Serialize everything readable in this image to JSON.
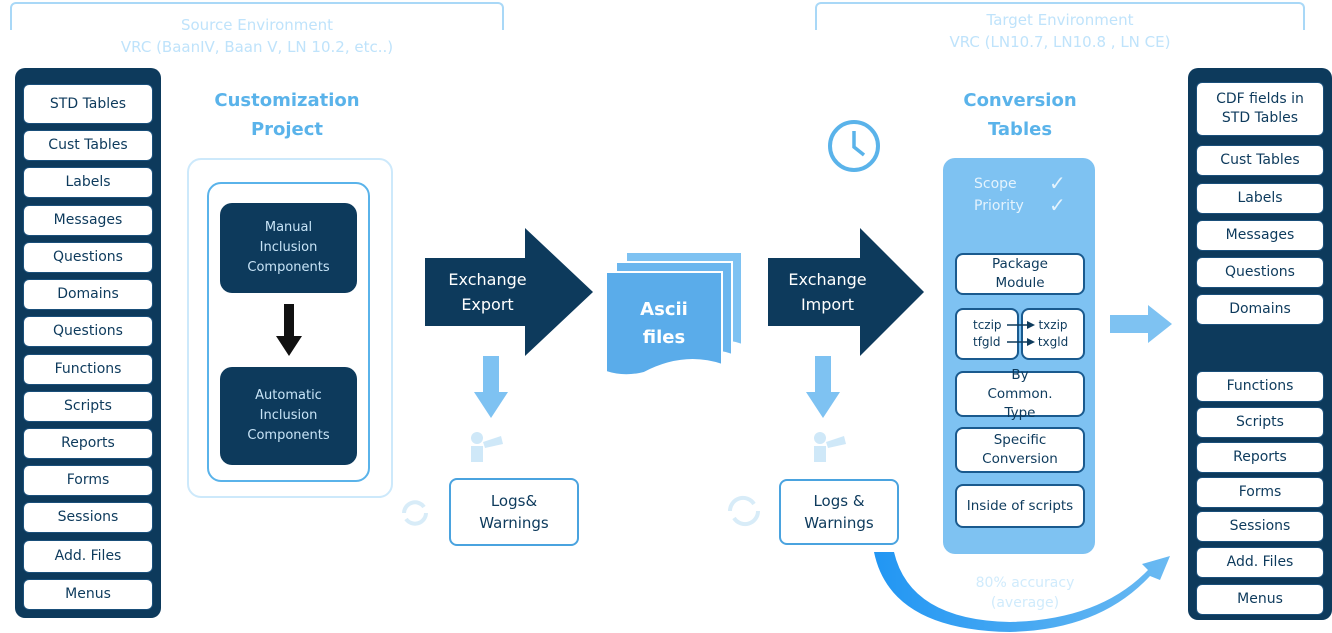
{
  "source_env": {
    "line1": "Source Environment",
    "line2": "VRC (BaanIV, Baan V, LN 10.2, etc..)"
  },
  "target_env": {
    "line1": "Target Environment",
    "line2": "VRC  (LN10.7, LN10.8 , LN CE)"
  },
  "source_items": [
    "STD Tables",
    "Cust Tables",
    "Labels",
    "Messages",
    "Questions",
    "Domains",
    "Questions",
    "Functions",
    "Scripts",
    "Reports",
    "Forms",
    "Sessions",
    "Add. Files",
    "Menus"
  ],
  "target_items": [
    "CDF fields in STD  Tables",
    "Cust Tables",
    "Labels",
    "Messages",
    "Questions",
    "Domains",
    "Functions",
    "Scripts",
    "Reports",
    "Forms",
    "Sessions",
    "Add. Files",
    "Menus"
  ],
  "customization": {
    "title1": "Customization",
    "title2": "Project",
    "manual": "Manual Inclusion Components",
    "automatic": "Automatic Inclusion Components"
  },
  "export": {
    "line1": "Exchange",
    "line2": "Export"
  },
  "import": {
    "line1": "Exchange",
    "line2": "Import"
  },
  "ascii": {
    "line1": "Ascii",
    "line2": "files"
  },
  "logs1": {
    "line1": "Logs&",
    "line2": "Warnings"
  },
  "logs2": {
    "line1": "Logs &",
    "line2": "Warnings"
  },
  "conversion": {
    "title1": "Conversion",
    "title2": "Tables",
    "scope": "Scope",
    "priority": "Priority",
    "package": "Package Module",
    "map_left1": "tczip",
    "map_left2": "tfgld",
    "map_right1": "txzip",
    "map_right2": "txgld",
    "common": "By Common. Type",
    "specific": "Specific Conversion",
    "inside": "Inside of scripts"
  },
  "accuracy": {
    "line1": "80% accuracy",
    "line2": "(average)"
  },
  "colors": {
    "navy": "#0d3a5c",
    "light_blue": "#5ab3ea",
    "arrow_blue": "#7ec2f2"
  }
}
